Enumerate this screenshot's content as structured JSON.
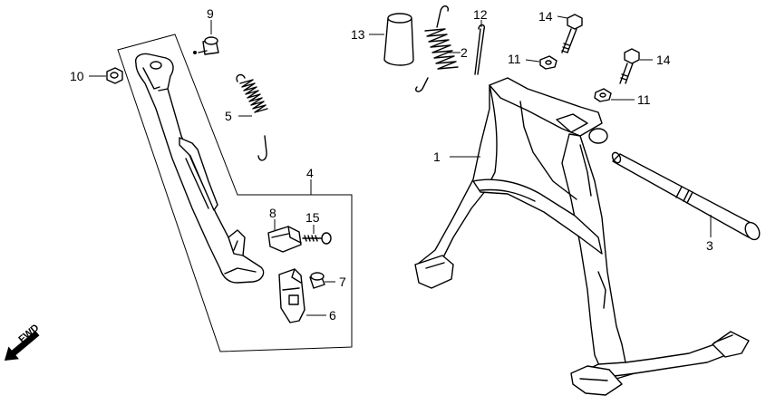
{
  "callouts": [
    {
      "id": "c1",
      "text": "1"
    },
    {
      "id": "c2",
      "text": "2"
    },
    {
      "id": "c3",
      "text": "3"
    },
    {
      "id": "c4",
      "text": "4"
    },
    {
      "id": "c5",
      "text": "5"
    },
    {
      "id": "c6",
      "text": "6"
    },
    {
      "id": "c7",
      "text": "7"
    },
    {
      "id": "c8",
      "text": "8"
    },
    {
      "id": "c9",
      "text": "9"
    },
    {
      "id": "c10",
      "text": "10"
    },
    {
      "id": "c11a",
      "text": "11"
    },
    {
      "id": "c11b",
      "text": "11"
    },
    {
      "id": "c12",
      "text": "12"
    },
    {
      "id": "c13",
      "text": "13"
    },
    {
      "id": "c14a",
      "text": "14"
    },
    {
      "id": "c14b",
      "text": "14"
    },
    {
      "id": "c15",
      "text": "15"
    }
  ],
  "direction_marker": {
    "text": "FWD"
  }
}
